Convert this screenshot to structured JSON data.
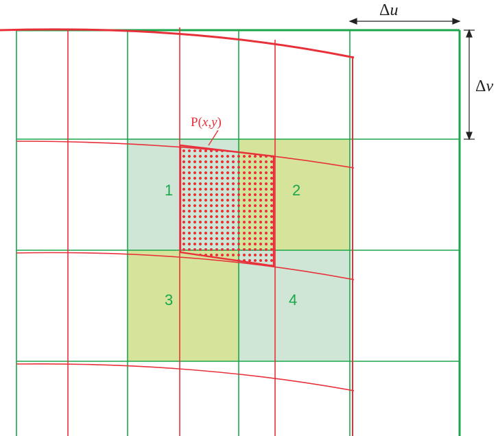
{
  "labels": {
    "cell1": "1",
    "cell2": "2",
    "cell3": "3",
    "cell4": "4",
    "point_prefix": "P(",
    "point_x": "x",
    "point_sep": ",",
    "point_y": "y",
    "point_suffix": ")",
    "du_symbol": "Δ",
    "du_var": "u",
    "dv_symbol": "Δ",
    "dv_var": "v"
  },
  "colors": {
    "green_grid": "#1aa64a",
    "red_grid": "#e8303a",
    "cell_teal": "#cfe6d6",
    "cell_olive": "#d6e39a",
    "label_green": "#1aa64a",
    "label_red": "#e8303a",
    "dimension": "#222222"
  }
}
